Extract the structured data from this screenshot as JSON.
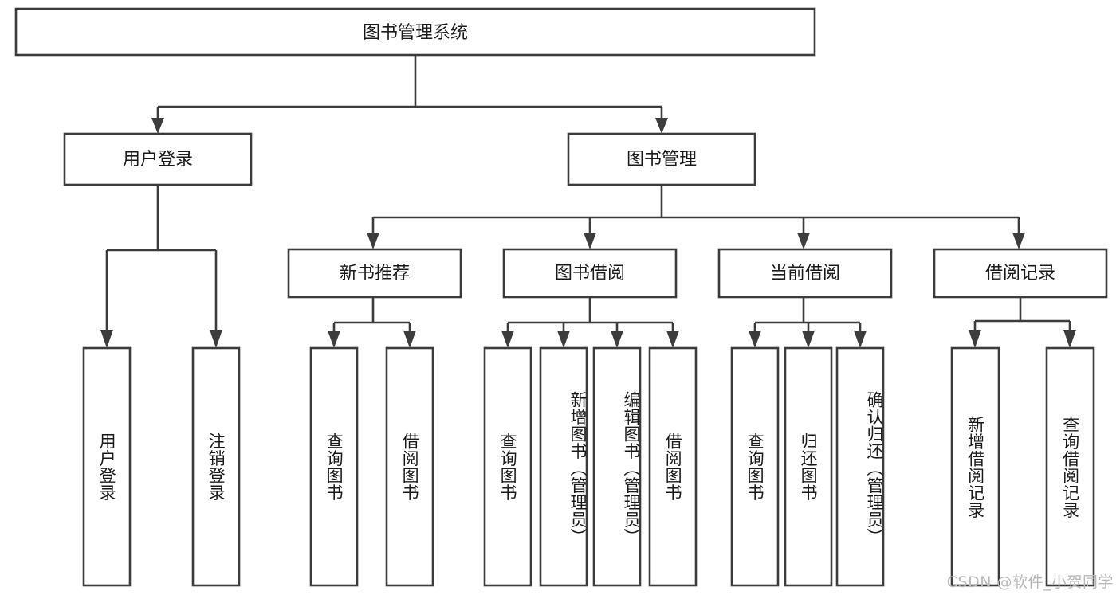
{
  "diagram": {
    "type": "tree",
    "title": "图书管理系统",
    "orientation": "top-down",
    "watermark": "CSDN @软件_小贺同学",
    "colors": {
      "box_fill": "#ffffff",
      "box_stroke": "#3c3c3c",
      "text": "#1a1a1a",
      "background": "#ffffff",
      "watermark": "#b9b9b9"
    },
    "nodes": {
      "root": {
        "label": "图书管理系统",
        "level": 0,
        "orientation": "horizontal"
      },
      "l1": [
        {
          "id": "user_login",
          "label": "用户登录",
          "level": 1,
          "orientation": "horizontal"
        },
        {
          "id": "book_mgmt",
          "label": "图书管理",
          "level": 1,
          "orientation": "horizontal"
        }
      ],
      "l2": [
        {
          "id": "new_book_rec",
          "label": "新书推荐",
          "level": 2,
          "orientation": "horizontal",
          "parent": "book_mgmt"
        },
        {
          "id": "book_borrow",
          "label": "图书借阅",
          "level": 2,
          "orientation": "horizontal",
          "parent": "book_mgmt"
        },
        {
          "id": "current_borrow",
          "label": "当前借阅",
          "level": 2,
          "orientation": "horizontal",
          "parent": "book_mgmt"
        },
        {
          "id": "borrow_record",
          "label": "借阅记录",
          "level": 2,
          "orientation": "horizontal",
          "parent": "book_mgmt"
        }
      ],
      "leaves": [
        {
          "id": "leaf_user_login",
          "label": "用户登录",
          "parent": "user_login",
          "orientation": "vertical"
        },
        {
          "id": "leaf_user_logout",
          "label": "注销登录",
          "parent": "user_login",
          "orientation": "vertical"
        },
        {
          "id": "leaf_query_book_1",
          "label": "查询图书",
          "parent": "new_book_rec",
          "orientation": "vertical"
        },
        {
          "id": "leaf_borrow_book_1",
          "label": "借阅图书",
          "parent": "new_book_rec",
          "orientation": "vertical"
        },
        {
          "id": "leaf_query_book_2",
          "label": "查询图书",
          "parent": "book_borrow",
          "orientation": "vertical"
        },
        {
          "id": "leaf_add_book",
          "label": "新增图书（管理员）",
          "parent": "book_borrow",
          "orientation": "vertical"
        },
        {
          "id": "leaf_edit_book",
          "label": "编辑图书（管理员）",
          "parent": "book_borrow",
          "orientation": "vertical"
        },
        {
          "id": "leaf_borrow_book_2",
          "label": "借阅图书",
          "parent": "book_borrow",
          "orientation": "vertical"
        },
        {
          "id": "leaf_query_book_3",
          "label": "查询图书",
          "parent": "current_borrow",
          "orientation": "vertical"
        },
        {
          "id": "leaf_return_book",
          "label": "归还图书",
          "parent": "current_borrow",
          "orientation": "vertical"
        },
        {
          "id": "leaf_confirm_return",
          "label": "确认归还（管理员）",
          "parent": "current_borrow",
          "orientation": "vertical"
        },
        {
          "id": "leaf_add_record",
          "label": "新增借阅记录",
          "parent": "borrow_record",
          "orientation": "vertical"
        },
        {
          "id": "leaf_query_record",
          "label": "查询借阅记录",
          "parent": "borrow_record",
          "orientation": "vertical"
        }
      ]
    }
  }
}
